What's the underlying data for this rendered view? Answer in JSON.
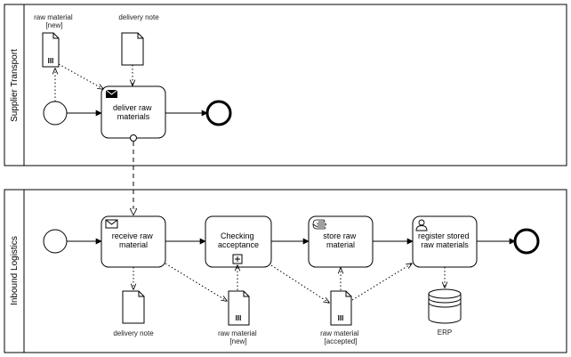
{
  "pools": {
    "supplier": {
      "label": "Supplier Transport"
    },
    "logistics": {
      "label": "Inbound Logistics"
    }
  },
  "tasks": {
    "deliver": [
      "deliver raw",
      "materials"
    ],
    "receive": [
      "receive raw",
      "material"
    ],
    "checking": [
      "Checking",
      "acceptance"
    ],
    "store": [
      "store raw",
      "material"
    ],
    "register": [
      "register stored",
      "raw materials"
    ]
  },
  "data_objects": {
    "raw_material_new_top": [
      "raw material",
      "[new]"
    ],
    "delivery_note_top": [
      "delivery note"
    ],
    "delivery_note_bottom": [
      "delivery note"
    ],
    "raw_material_new_bottom": [
      "raw material",
      "[new]"
    ],
    "raw_material_accepted": [
      "raw material",
      "[accepted]"
    ]
  },
  "data_store": {
    "erp": "ERP"
  }
}
